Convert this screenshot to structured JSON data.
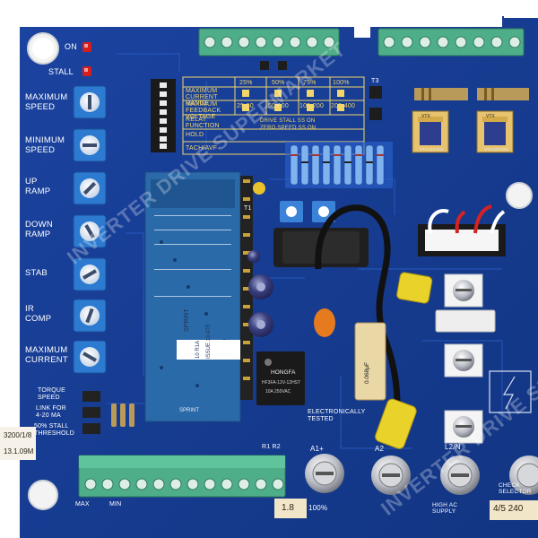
{
  "labels": {
    "on": "ON",
    "stall": "STALL",
    "max_speed": [
      "MAXIMUM",
      "SPEED"
    ],
    "min_speed": [
      "MINIMUM",
      "SPEED"
    ],
    "up_ramp": [
      "UP",
      "RAMP"
    ],
    "down_ramp": [
      "DOWN",
      "RAMP"
    ],
    "stab": "STAB",
    "ir_comp": [
      "IR",
      "COMP"
    ],
    "max_current": [
      "MAXIMUM",
      "CURRENT"
    ],
    "torque_speed": [
      "TORQUE",
      "SPEED"
    ],
    "link_4_20": [
      "LINK FOR",
      "4-20 MA"
    ],
    "stall_threshold": [
      "50% STALL",
      "THRESHOLD"
    ],
    "t3": "T3",
    "t1": "T1",
    "max_label": "MAX",
    "min_label": "MIN",
    "a1": "A1+",
    "a2": "A2",
    "l2n": "L2/N",
    "check_selector": [
      "CHECK",
      "SELECTOR"
    ],
    "high_ac_supply": [
      "HIGH AC",
      "SUPPLY"
    ],
    "pct_100": "100%",
    "electronically_tested": [
      "ELECTRONICALLY",
      "TESTED"
    ],
    "relay_ref": "R1 R2",
    "handwritten_1": "3200/1/8",
    "handwritten_2": "13.1.09M",
    "handwritten_3": "1.8",
    "handwritten_4": "4/5 240"
  },
  "table": {
    "headers": [
      "",
      "25%",
      "50%",
      "75%",
      "100%"
    ],
    "rows": [
      [
        "MAXIMUM CURRENT RANGE",
        "",
        "",
        "",
        ""
      ],
      [
        "MAXIMUM FEEDBACK VOLTAGE",
        "25-50",
        "50-100",
        "100-200",
        "200-400"
      ],
      [
        "RELAY FUNCTION",
        "DRIVE STALL SS ON",
        "",
        "",
        ""
      ],
      [
        "HOLD",
        "ZERO SPEED SS ON",
        "",
        "",
        ""
      ],
      [
        "TACH/AVF",
        "",
        "",
        "",
        ""
      ]
    ]
  },
  "components": {
    "relay_brand": "HONGFA",
    "relay_model": "HF3FA-12V-12HST",
    "relay_rating": "10A 250VAC",
    "capacitor_value": "0.068μF",
    "daughter_label": [
      "SPRINT",
      "10 R1A",
      "ISSUE 10 ATE"
    ],
    "transformer_brand": "VTX",
    "transformer_model": "VTX-110-041"
  },
  "watermark": {
    "text": "INVERTER DRIVE SUPERMARKET"
  },
  "colors": {
    "pcb": "#163a8e",
    "pcb_dark": "#0f2c70",
    "terminal_green": "#4fae8a",
    "potentiometer_blue": "#2d7ad1",
    "silkscreen": "#ffffff",
    "led_red": "#d21f1f"
  }
}
